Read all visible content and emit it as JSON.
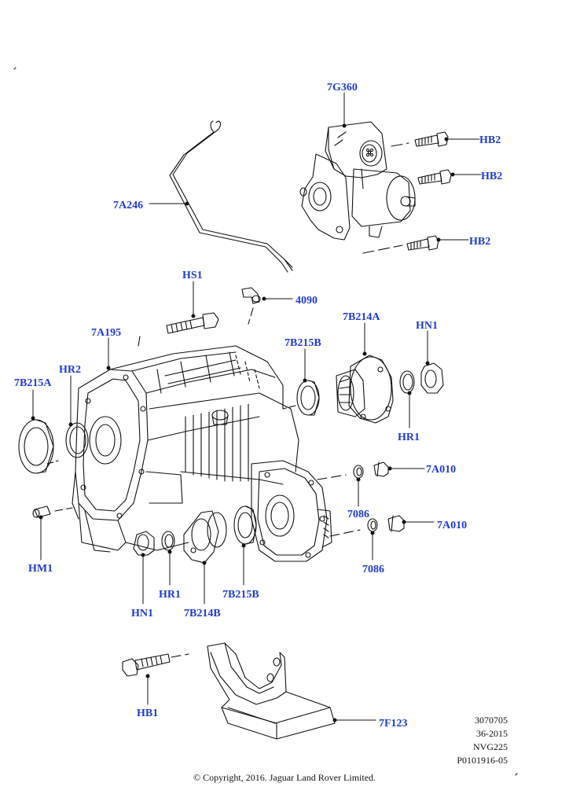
{
  "callouts": {
    "c_7G360": "7G360",
    "c_HB2_a": "HB2",
    "c_HB2_b": "HB2",
    "c_HB2_c": "HB2",
    "c_7A246": "7A246",
    "c_HS1": "HS1",
    "c_4090": "4090",
    "c_7A195": "7A195",
    "c_7B214A": "7B214A",
    "c_HN1_top": "HN1",
    "c_7B215B_top": "7B215B",
    "c_HR2": "HR2",
    "c_7B215A": "7B215A",
    "c_HR1_right": "HR1",
    "c_7A010_a": "7A010",
    "c_7086_a": "7086",
    "c_7A010_b": "7A010",
    "c_7086_b": "7086",
    "c_HM1": "HM1",
    "c_HR1_bottom": "HR1",
    "c_HN1_bottom": "HN1",
    "c_7B214B": "7B214B",
    "c_7B215B_bottom": "7B215B",
    "c_HB1": "HB1",
    "c_7F123": "7F123"
  },
  "reference": {
    "line1": "3070705",
    "line2": "36-2015",
    "line3": "NVG225",
    "line4": "P0101916-05"
  },
  "copyright": "© Copyright, 2016. Jaguar Land Rover Limited.",
  "colors": {
    "callout": "#1f3bd1",
    "line": "#111111"
  }
}
